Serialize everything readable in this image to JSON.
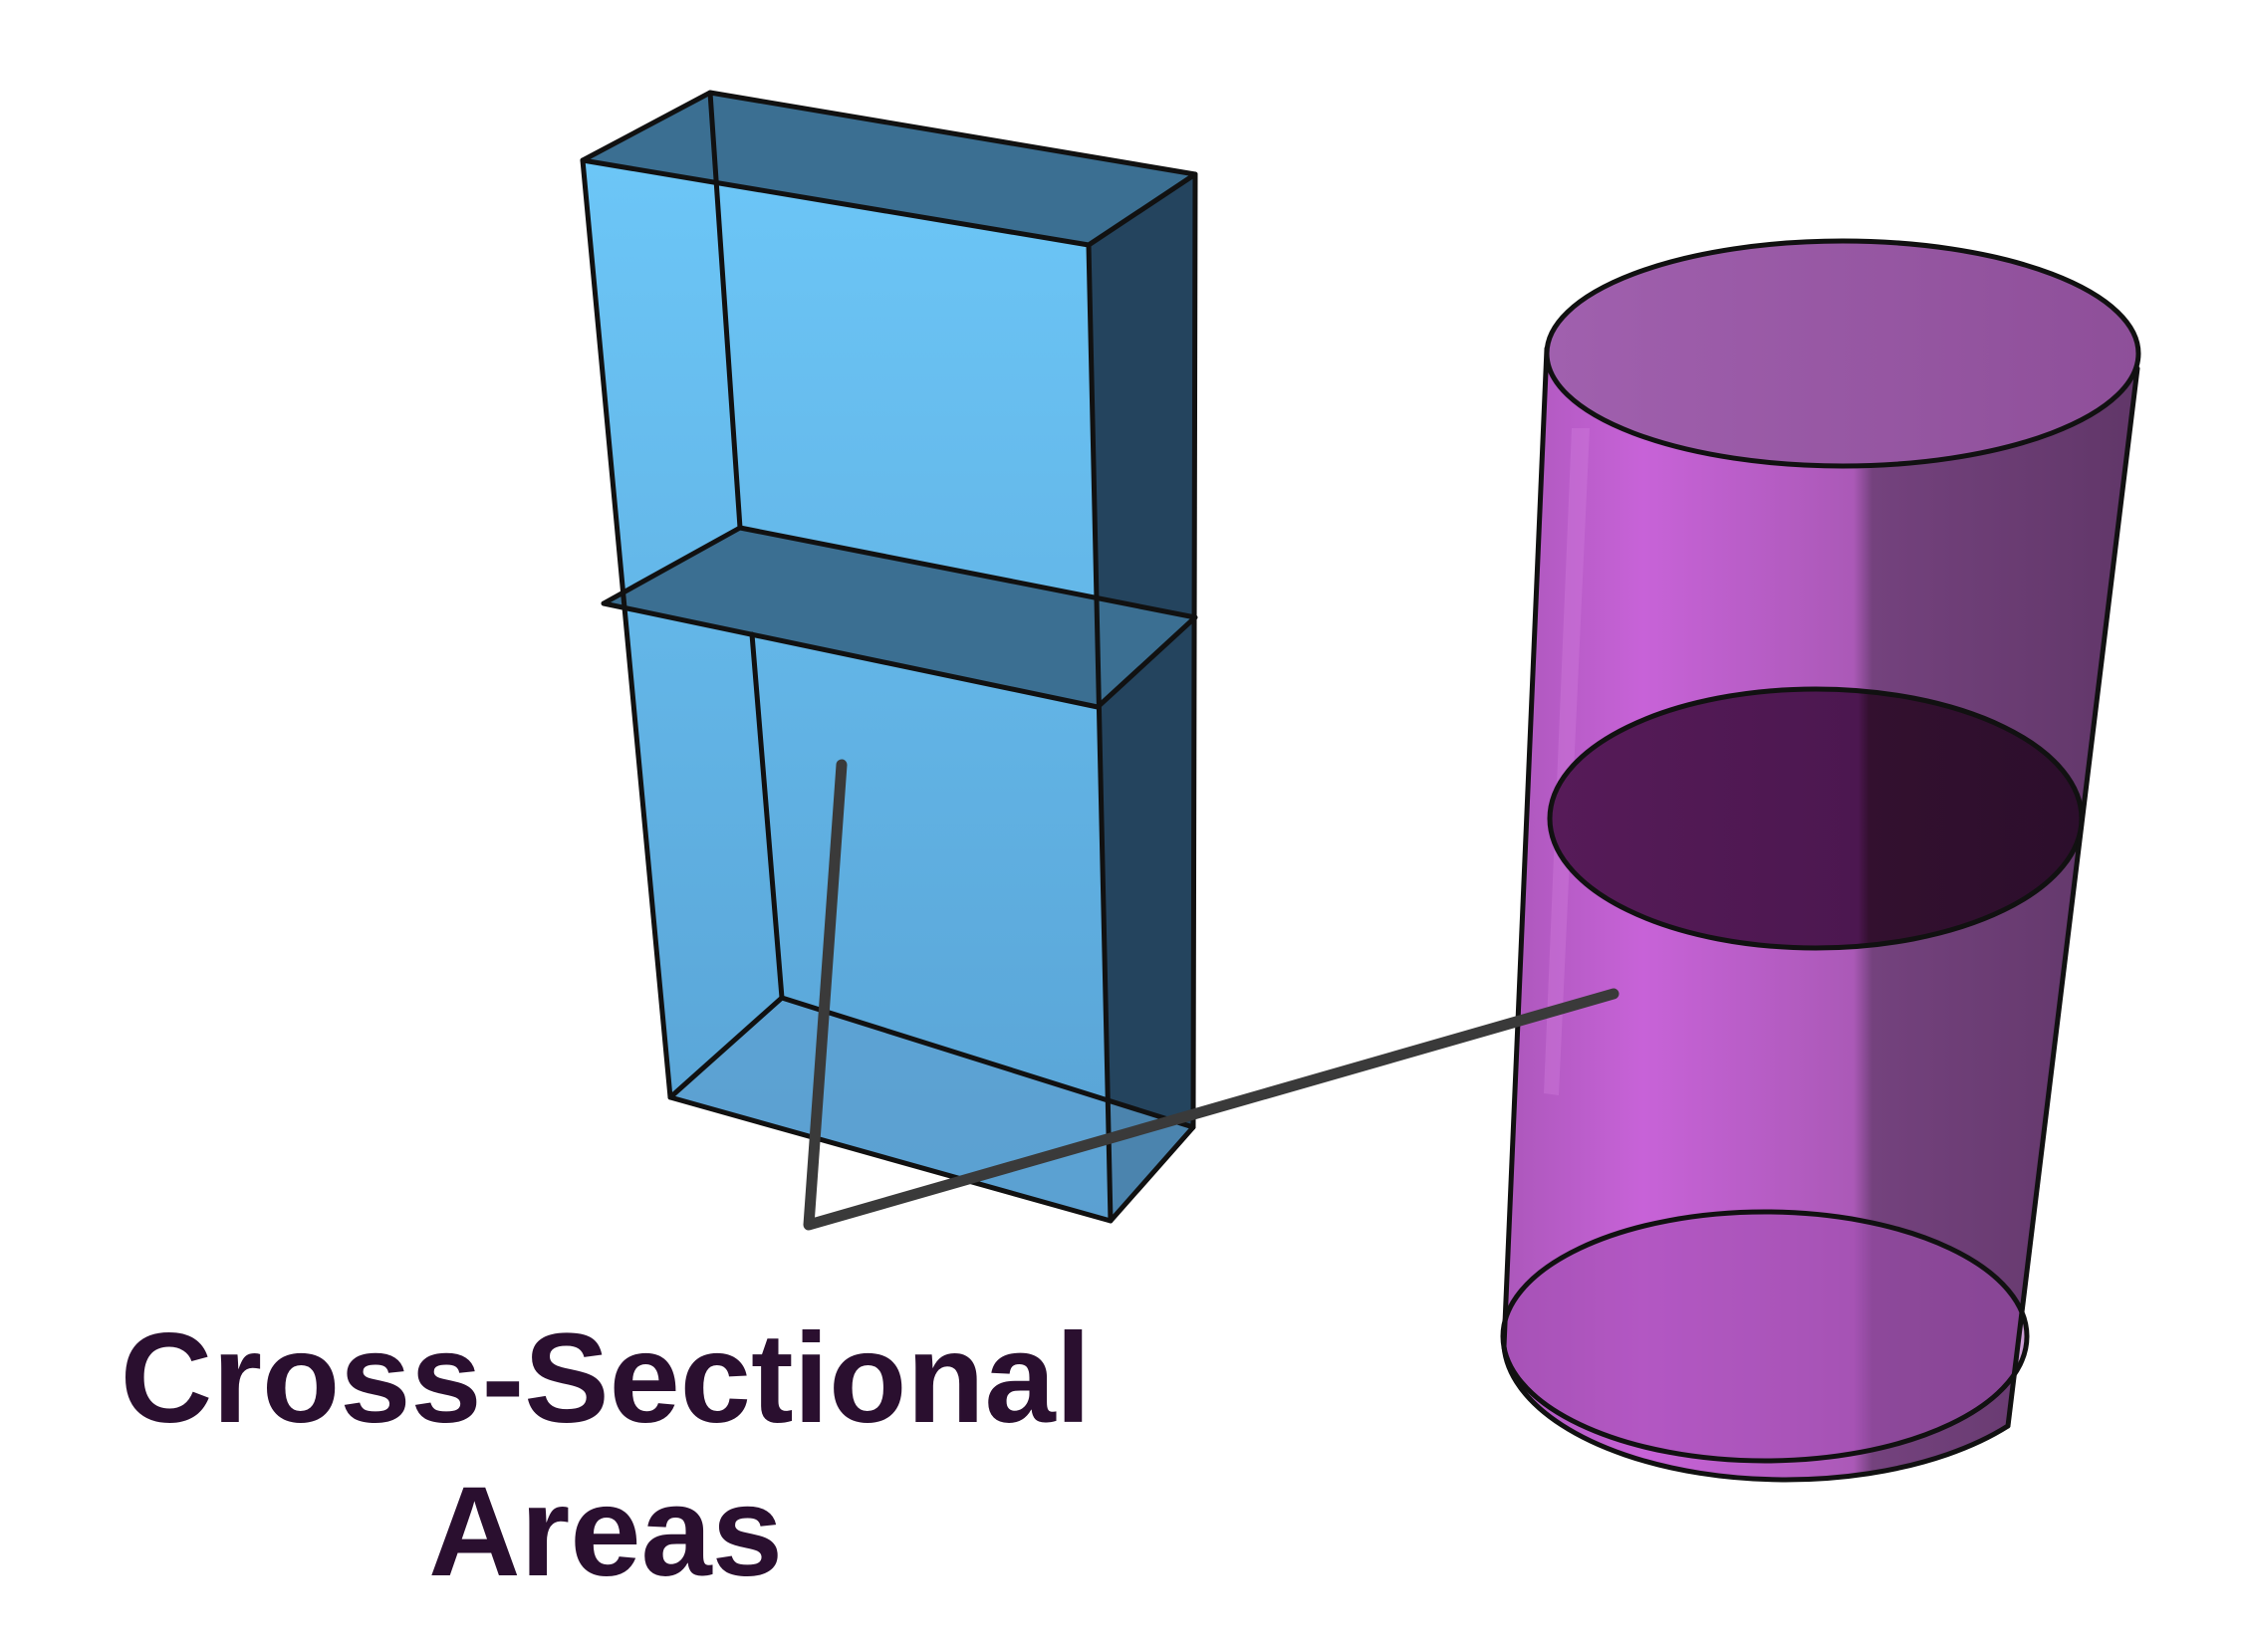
{
  "label": {
    "line1": "Cross-Sectional",
    "line2": "Areas"
  },
  "shapes": {
    "prism": "rectangular-prism",
    "cylinder": "cylinder"
  },
  "colors": {
    "prism_front": "#63b6ec",
    "prism_top": "#3b6f92",
    "prism_side": "#24445e",
    "cylinder_body": "#b45cc6",
    "cylinder_top": "#9a5aa4",
    "cylinder_section": "#4e1a4f",
    "label_text": "#2a0f2f",
    "leader_line": "#3a3a3a"
  }
}
